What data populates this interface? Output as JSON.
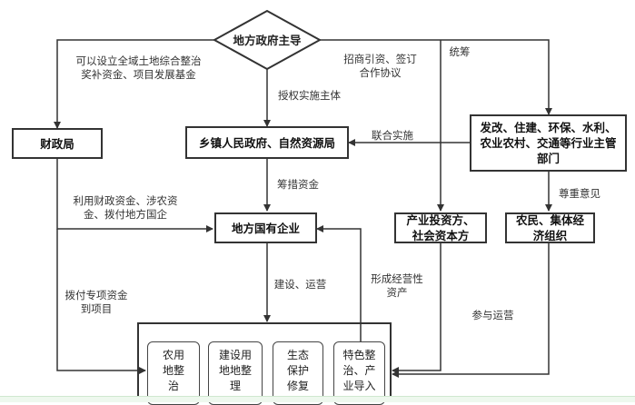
{
  "nodes": {
    "gov": "地方政府主导",
    "finance": "财政局",
    "township": "乡镇人民政府、自然资源局",
    "depts": "发改、住建、环保、水利、\n农业农村、交通等行业主管\n部门",
    "soe": "地方国有企业",
    "investors": "产业投资方、\n社会资本方",
    "farmers": "农民、集体经\n济组织"
  },
  "projects": [
    "农用\n地整\n治",
    "建设用\n地地整\n理",
    "生态\n保护\n修复",
    "特色整\n治、产\n业导入"
  ],
  "edges": {
    "gov_finance": "可以设立全域土地综合整治\n奖补资金、项目发展基金",
    "gov_investors": "招商引资、签订\n合作协议",
    "gov_depts": "统筹",
    "gov_township": "授权实施主体",
    "depts_township": "联合实施",
    "township_soe": "筹措资金",
    "finance_soe": "利用财政资金、涉农资\n金、拨付地方国企",
    "finance_projects": "拨付专项资金\n到项目",
    "soe_projects": "建设、运营",
    "projects_soe": "形成经营性\n资产",
    "depts_farmers": "尊重意见",
    "investors_projects": "参与运营"
  }
}
